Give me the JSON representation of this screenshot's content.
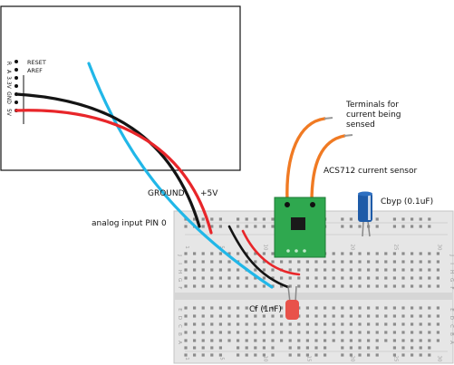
{
  "arduino": {
    "pins": [
      {
        "label": "RESET",
        "letter": "R"
      },
      {
        "label": "AREF",
        "letter": "A"
      },
      {
        "label": "",
        "letter": "3.3V"
      },
      {
        "label": "",
        "letter": "GND"
      },
      {
        "label": "",
        "letter": "5V"
      }
    ]
  },
  "labels": {
    "terminals_line1": "Terminals for",
    "terminals_line2": "current being",
    "terminals_line3": "sensed",
    "sensor": "ACS712 current sensor",
    "ground": "GROUND",
    "plus5v": "+5V",
    "cbyp": "Cbyp (0.1uF)",
    "analog": "analog input PIN 0",
    "cf": "Cf (1nF)"
  },
  "breadboard": {
    "column_numbers": [
      "1",
      "5",
      "10",
      "15",
      "20",
      "25",
      "30"
    ],
    "row_letters_top": [
      "J",
      "I",
      "H",
      "G",
      "F"
    ],
    "row_letters_bottom": [
      "E",
      "D",
      "C",
      "B",
      "A"
    ]
  },
  "colors": {
    "wire_red": "#e8262a",
    "wire_black": "#141414",
    "wire_blue": "#21b7e8",
    "wire_orange": "#f07a23",
    "sensor_green": "#2fa84f",
    "capacitor_blue": "#1e5ba8",
    "cf_red": "#e8524a",
    "breadboard": "#e6e6e6"
  }
}
